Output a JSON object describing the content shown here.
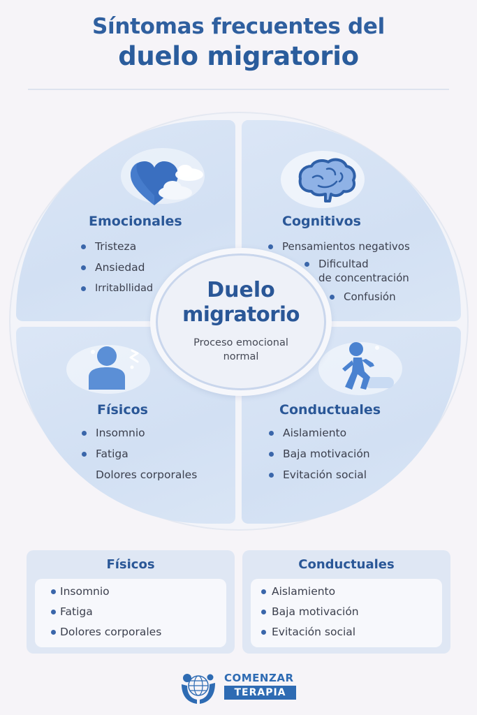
{
  "header": {
    "title_line1": "Síntomas frecuentes del",
    "title_line2": "duelo migratorio"
  },
  "center": {
    "title_line1": "Duelo",
    "title_line2": "migratorio",
    "subtitle_line1": "Proceso emocional",
    "subtitle_line2": "normal"
  },
  "quadrants": [
    {
      "title": "Emocionales",
      "icon": "heart-with-clouds-icon",
      "items": [
        "Tristeza",
        "Ansiedad",
        "Irritabllidad"
      ]
    },
    {
      "title": "Cognitivos",
      "icon": "brain-icon",
      "items": [
        "Pensamientos negativos",
        "Dificultad",
        "de concentración",
        "Confusión"
      ]
    },
    {
      "title": "Físicos",
      "icon": "person-stress-icon",
      "items": [
        "Insomnio",
        "Fatiga",
        "Dolores corporales"
      ]
    },
    {
      "title": "Conductuales",
      "icon": "walking-person-icon",
      "items": [
        "Aislamiento",
        "Baja motivación",
        "Evitación social"
      ]
    }
  ],
  "bottom_cards": [
    {
      "title": "Físicos",
      "items": [
        "Insomnio",
        "Fatiga",
        "Dolores corporales"
      ]
    },
    {
      "title": "Conductuales",
      "items": [
        "Aislamiento",
        "Baja motivación",
        "Evitación social"
      ]
    }
  ],
  "logo": {
    "line1": "COMENZAR",
    "line2": "TERAPIA"
  },
  "colors": {
    "primary": "#2a5797",
    "accent": "#3a66aa",
    "panel": "#d6e2f4",
    "background": "#f6f4f8"
  }
}
